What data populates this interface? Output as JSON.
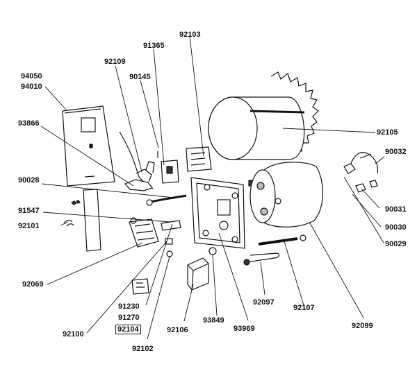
{
  "parts": {
    "p92103": "92103",
    "p91365": "91365",
    "p92109": "92109",
    "p90145": "90145",
    "p94050": "94050",
    "p94010": "94010",
    "p93866": "93866",
    "p92105": "92105",
    "p90032": "90032",
    "p90028": "90028",
    "p91547": "91547",
    "p92101": "92101",
    "p90031": "90031",
    "p90030": "90030",
    "p90029": "90029",
    "p92069": "92069",
    "p91230": "91230",
    "p91270": "91270",
    "p92104": "92104",
    "p92100": "92100",
    "p92102": "92102",
    "p92106": "92106",
    "p93849": "93849",
    "p93969": "93969",
    "p92097": "92097",
    "p92107": "92107",
    "p92099": "92099"
  },
  "colors": {
    "line": "#111111",
    "background": "#ffffff",
    "shade": "#cfcfcf"
  }
}
